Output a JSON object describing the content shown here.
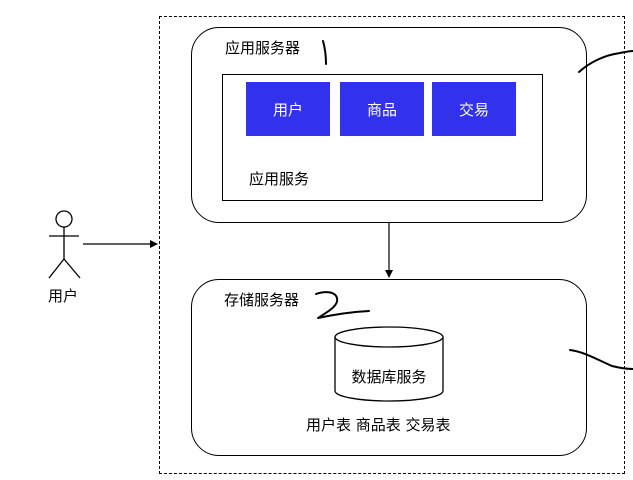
{
  "diagram": {
    "actor": {
      "label": "用户"
    },
    "app_server": {
      "title": "应用服务器",
      "service": {
        "title": "应用服务",
        "modules": [
          "用户",
          "商品",
          "交易"
        ]
      }
    },
    "storage_server": {
      "title": "存储服务器",
      "database": {
        "label": "数据库服务"
      },
      "tables": "用户表 商品表 交易表"
    }
  },
  "colors": {
    "module_fill": "#3232ee",
    "module_text": "#ffffff",
    "stroke": "#000000"
  }
}
